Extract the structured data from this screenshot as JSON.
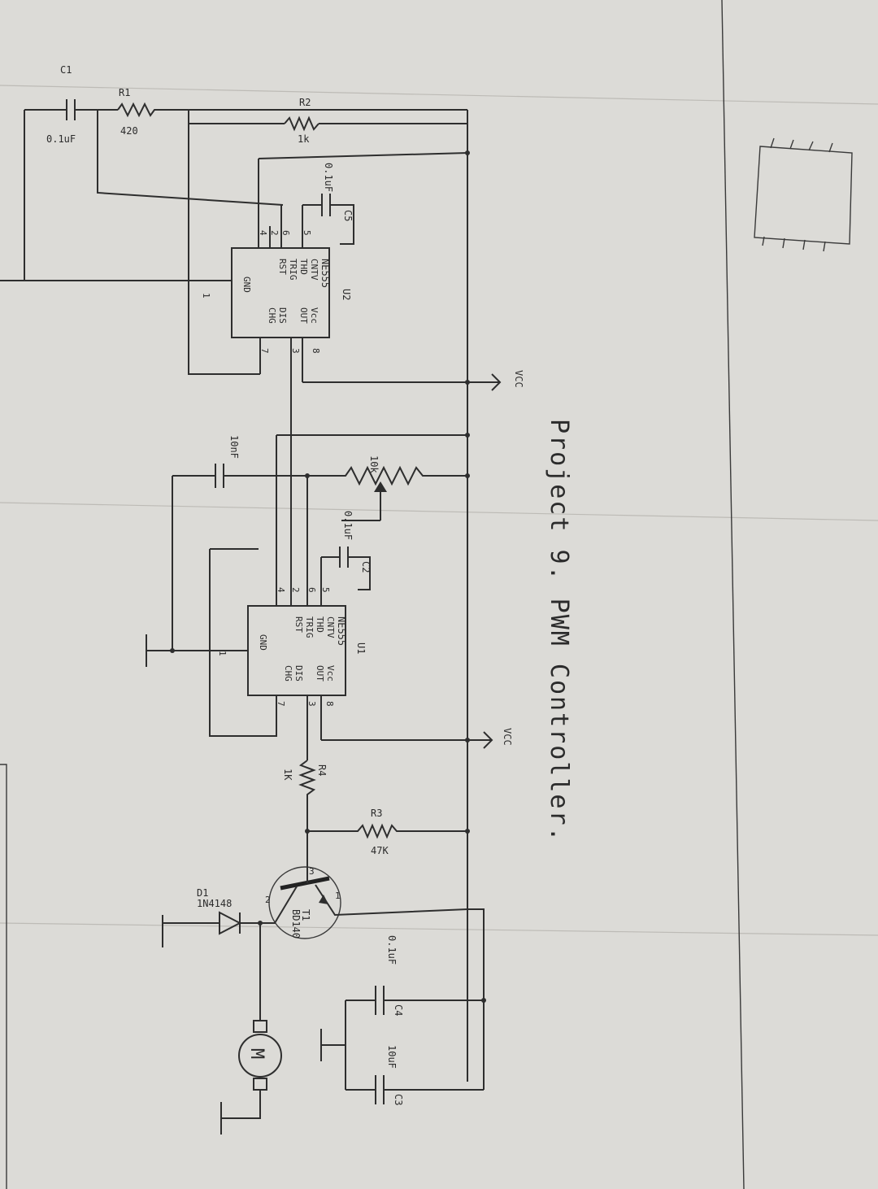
{
  "title": "Project 9. PWM Controller.",
  "u2": {
    "ref": "U2",
    "part": "NE555",
    "pin_labels": [
      "Vcc",
      "OUT",
      "DIS",
      "CHG",
      "CNTV",
      "THD",
      "TRIG",
      "RST",
      "GND"
    ],
    "pin_numbers": [
      "8",
      "3",
      "7",
      "1",
      "5",
      "6",
      "2",
      "4"
    ]
  },
  "u1": {
    "ref": "U1",
    "part": "NE555",
    "pin_labels": [
      "Vcc",
      "OUT",
      "DIS",
      "CHG",
      "CNTV",
      "THD",
      "TRIG",
      "RST",
      "GND"
    ],
    "pin_numbers": [
      "8",
      "3",
      "7",
      "1",
      "5",
      "6",
      "2",
      "4"
    ]
  },
  "components": {
    "c1_ref": "C1",
    "c1_val": "0.1uF",
    "r1_ref": "R1",
    "r1_val": "420",
    "r2_ref": "R2",
    "r2_val": "1k",
    "c5_ref": "C5",
    "c5_val": "0.1uF",
    "pot_val": "10k",
    "cap10n_val": "10nF",
    "c2_ref": "C2",
    "c2_val": "0.1uF",
    "r4_ref": "R4",
    "r4_val": "1K",
    "r3_ref": "R3",
    "r3_val": "47K",
    "d1_ref": "D1",
    "d1_part": "1N4148",
    "t1_ref": "T1",
    "t1_part": "BD140",
    "t1_pins": [
      "1",
      "2",
      "3"
    ],
    "c4_ref": "C4",
    "c4_val": "0.1uF",
    "c3_ref": "C3",
    "c3_val": "10uF",
    "motor_label": "M"
  },
  "vcc_labels": [
    "VCC",
    "VCC"
  ]
}
